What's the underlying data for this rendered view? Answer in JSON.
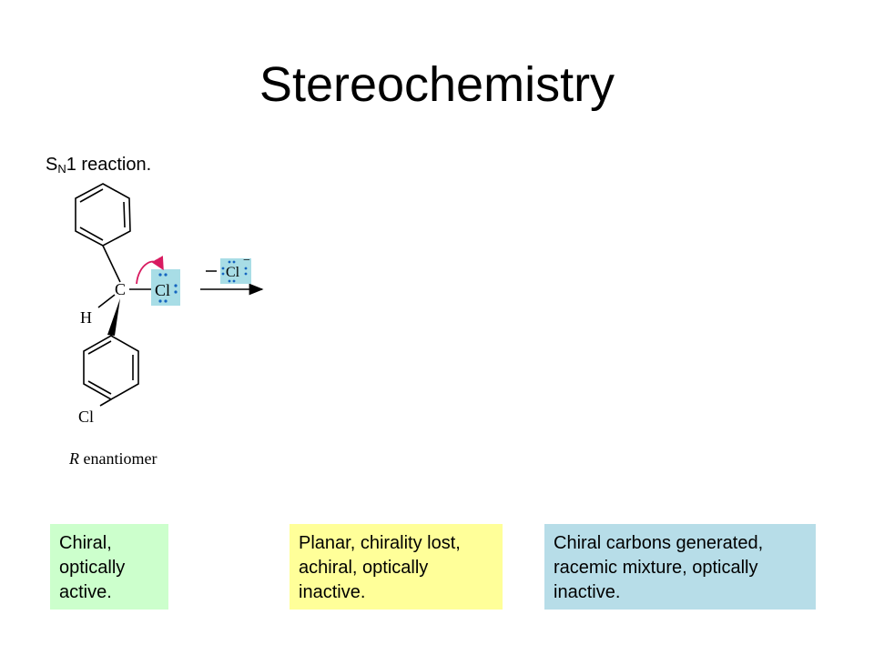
{
  "slide": {
    "title": "Stereochemistry",
    "subtitle_prefix": "S",
    "subtitle_sub": "N",
    "subtitle_suffix": "1 reaction."
  },
  "diagram": {
    "label_c": "C",
    "label_h": "H",
    "label_cl_leaving": "Cl",
    "label_cl_ring": "Cl",
    "label_cl_product": "Cl",
    "charge": "−",
    "caption_italic": "R",
    "caption_rest": " enantiomer",
    "colors": {
      "cl_highlight": "#a8dde6",
      "arrow": "#d81b60",
      "electrons": "#1565c0"
    }
  },
  "notes": [
    {
      "text": "Chiral, optically active.",
      "color": "#ccffcc"
    },
    {
      "text": "Planar, chirality lost, achiral, optically inactive.",
      "color": "#ffff99"
    },
    {
      "text": "Chiral carbons generated, racemic mixture, optically inactive.",
      "color": "#b7dde8"
    }
  ]
}
